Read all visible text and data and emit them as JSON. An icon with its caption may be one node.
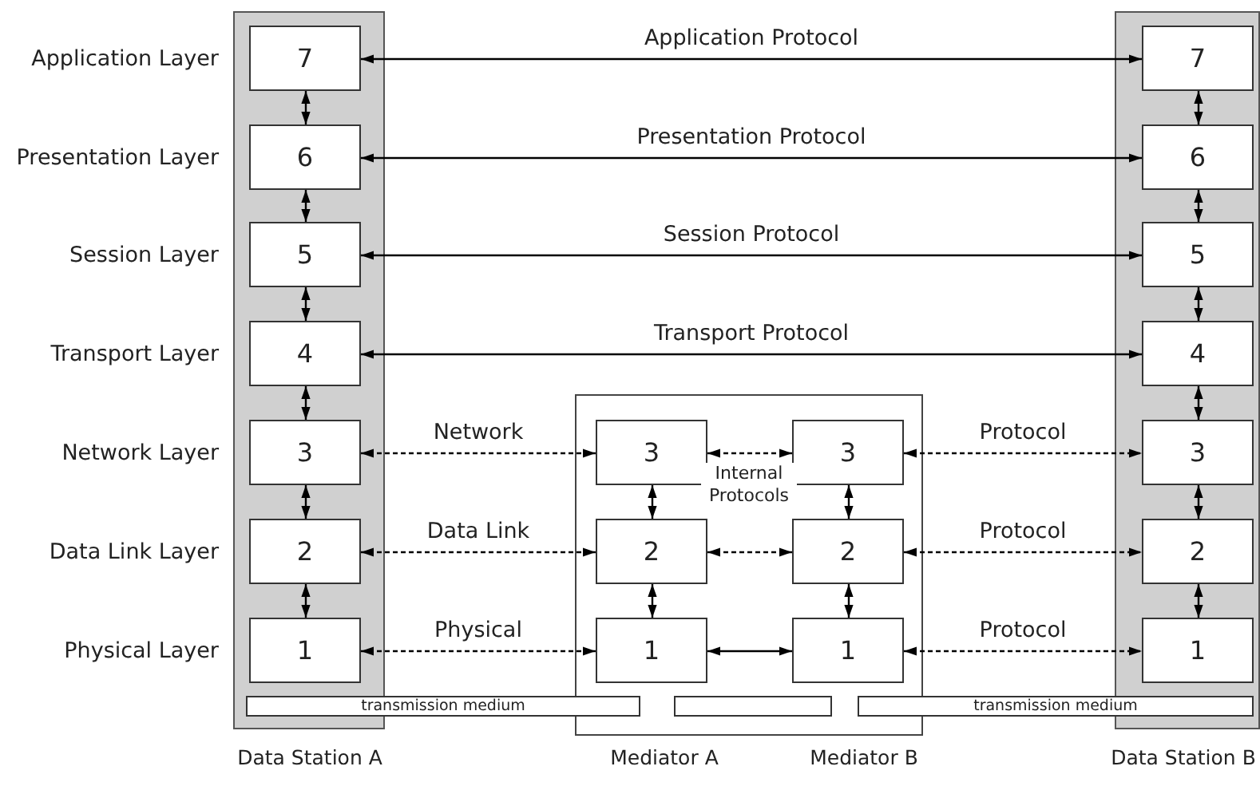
{
  "diagram": {
    "nodes": [
      {
        "text": [
          "Data Station A"
        ]
      },
      {
        "text": [
          "7"
        ],
        "in": 0,
        "beside": [
          "Application Layer"
        ]
      },
      {
        "text": [
          "6"
        ],
        "in": 0,
        "beside": [
          "Presentation Layer"
        ]
      },
      {
        "text": [
          "5"
        ],
        "in": 0,
        "beside": [
          "Session Layer"
        ]
      },
      {
        "text": [
          "4"
        ],
        "in": 0,
        "beside": [
          "Transport Layer"
        ]
      },
      {
        "text": [
          "3"
        ],
        "in": 0,
        "beside": [
          "Network Layer"
        ]
      },
      {
        "text": [
          "2"
        ],
        "in": 0,
        "beside": [
          "Data Link Layer"
        ]
      },
      {
        "text": [
          "1"
        ],
        "in": 0,
        "beside": [
          "Physical Layer"
        ]
      },
      {
        "text": [
          "Mediator A",
          "Mediator B"
        ]
      },
      {
        "text": [
          "3"
        ],
        "in": 8
      },
      {
        "text": [
          "3"
        ],
        "in": 8
      },
      {
        "text": [
          "2"
        ],
        "in": 8
      },
      {
        "text": [
          "2"
        ],
        "in": 8
      },
      {
        "text": [
          "1"
        ],
        "in": 8
      },
      {
        "text": [
          "1"
        ],
        "in": 8
      },
      {
        "text": [
          "Data Station B"
        ]
      },
      {
        "text": [
          "7"
        ],
        "in": 15
      },
      {
        "text": [
          "6"
        ],
        "in": 15
      },
      {
        "text": [
          "5"
        ],
        "in": 15
      },
      {
        "text": [
          "4"
        ],
        "in": 15
      },
      {
        "text": [
          "3"
        ],
        "in": 15
      },
      {
        "text": [
          "2"
        ],
        "in": 15
      },
      {
        "text": [
          "1"
        ],
        "in": 15
      },
      {
        "text": [
          "transmission medium"
        ]
      },
      {
        "text": [],
        "shape": "bar",
        "in": 8
      },
      {
        "text": [
          "transmission medium"
        ]
      }
    ],
    "edges": [
      {
        "from": 1,
        "to": 2,
        "arrow": "both"
      },
      {
        "from": 2,
        "to": 3,
        "arrow": "both"
      },
      {
        "from": 3,
        "to": 4,
        "arrow": "both"
      },
      {
        "from": 4,
        "to": 5,
        "arrow": "both"
      },
      {
        "from": 5,
        "to": 6,
        "arrow": "both"
      },
      {
        "from": 6,
        "to": 7,
        "arrow": "both"
      },
      {
        "from": 16,
        "to": 17,
        "arrow": "both"
      },
      {
        "from": 17,
        "to": 18,
        "arrow": "both"
      },
      {
        "from": 18,
        "to": 19,
        "arrow": "both"
      },
      {
        "from": 19,
        "to": 20,
        "arrow": "both"
      },
      {
        "from": 20,
        "to": 21,
        "arrow": "both"
      },
      {
        "from": 21,
        "to": 22,
        "arrow": "both"
      },
      {
        "from": 9,
        "to": 11,
        "arrow": "both"
      },
      {
        "from": 11,
        "to": 13,
        "arrow": "both"
      },
      {
        "from": 10,
        "to": 12,
        "arrow": "both"
      },
      {
        "from": 12,
        "to": 14,
        "arrow": "both"
      },
      {
        "from": 1,
        "to": 16,
        "arrow": "both",
        "label": "Application Protocol"
      },
      {
        "from": 2,
        "to": 17,
        "arrow": "both",
        "label": "Presentation Protocol"
      },
      {
        "from": 3,
        "to": 18,
        "arrow": "both",
        "label": "Session Protocol"
      },
      {
        "from": 4,
        "to": 19,
        "arrow": "both",
        "label": "Transport Protocol"
      },
      {
        "from": 5,
        "to": 9,
        "arrow": "both",
        "style": "dashed",
        "label": "Network"
      },
      {
        "from": 6,
        "to": 11,
        "arrow": "both",
        "style": "dashed",
        "label": "Data Link"
      },
      {
        "from": 7,
        "to": 13,
        "arrow": "both",
        "style": "dashed",
        "label": "Physical"
      },
      {
        "from": 9,
        "to": 10,
        "arrow": "both",
        "style": "dashed"
      },
      {
        "from": 11,
        "to": 12,
        "arrow": "both",
        "style": "dashed"
      },
      {
        "from": 13,
        "to": 14,
        "arrow": "both"
      },
      {
        "from": 10,
        "to": 20,
        "arrow": "both",
        "style": "dashed",
        "label": "Protocol"
      },
      {
        "from": 12,
        "to": 21,
        "arrow": "both",
        "style": "dashed",
        "label": "Protocol"
      },
      {
        "from": 14,
        "to": 22,
        "arrow": "both",
        "style": "dashed",
        "label": "Protocol"
      }
    ],
    "labels": [
      "Internal Protocols"
    ]
  }
}
